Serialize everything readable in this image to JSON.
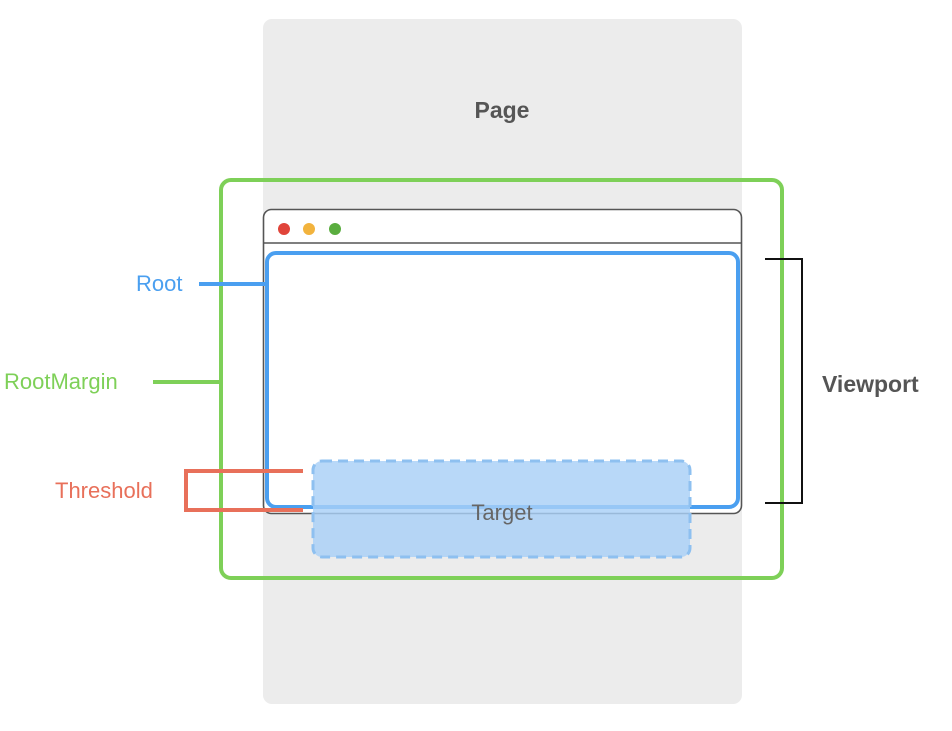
{
  "labels": {
    "page": "Page",
    "viewport": "Viewport",
    "root": "Root",
    "root_margin": "RootMargin",
    "threshold": "Threshold",
    "target": "Target"
  },
  "colors": {
    "page_bg": "#ececec",
    "root_margin": "#7ed058",
    "root": "#4a9ff0",
    "threshold": "#e8705a",
    "target_fill": "#a8d0f7",
    "target_border": "#8ec0f0",
    "window_border": "#555555",
    "bracket": "#111111",
    "heading_text": "#555555",
    "traffic_red": "#e0443a",
    "traffic_yellow": "#f2b33d",
    "traffic_green": "#5aad3f"
  },
  "icons": {
    "window_controls": [
      "close-dot",
      "minimize-dot",
      "maximize-dot"
    ]
  }
}
